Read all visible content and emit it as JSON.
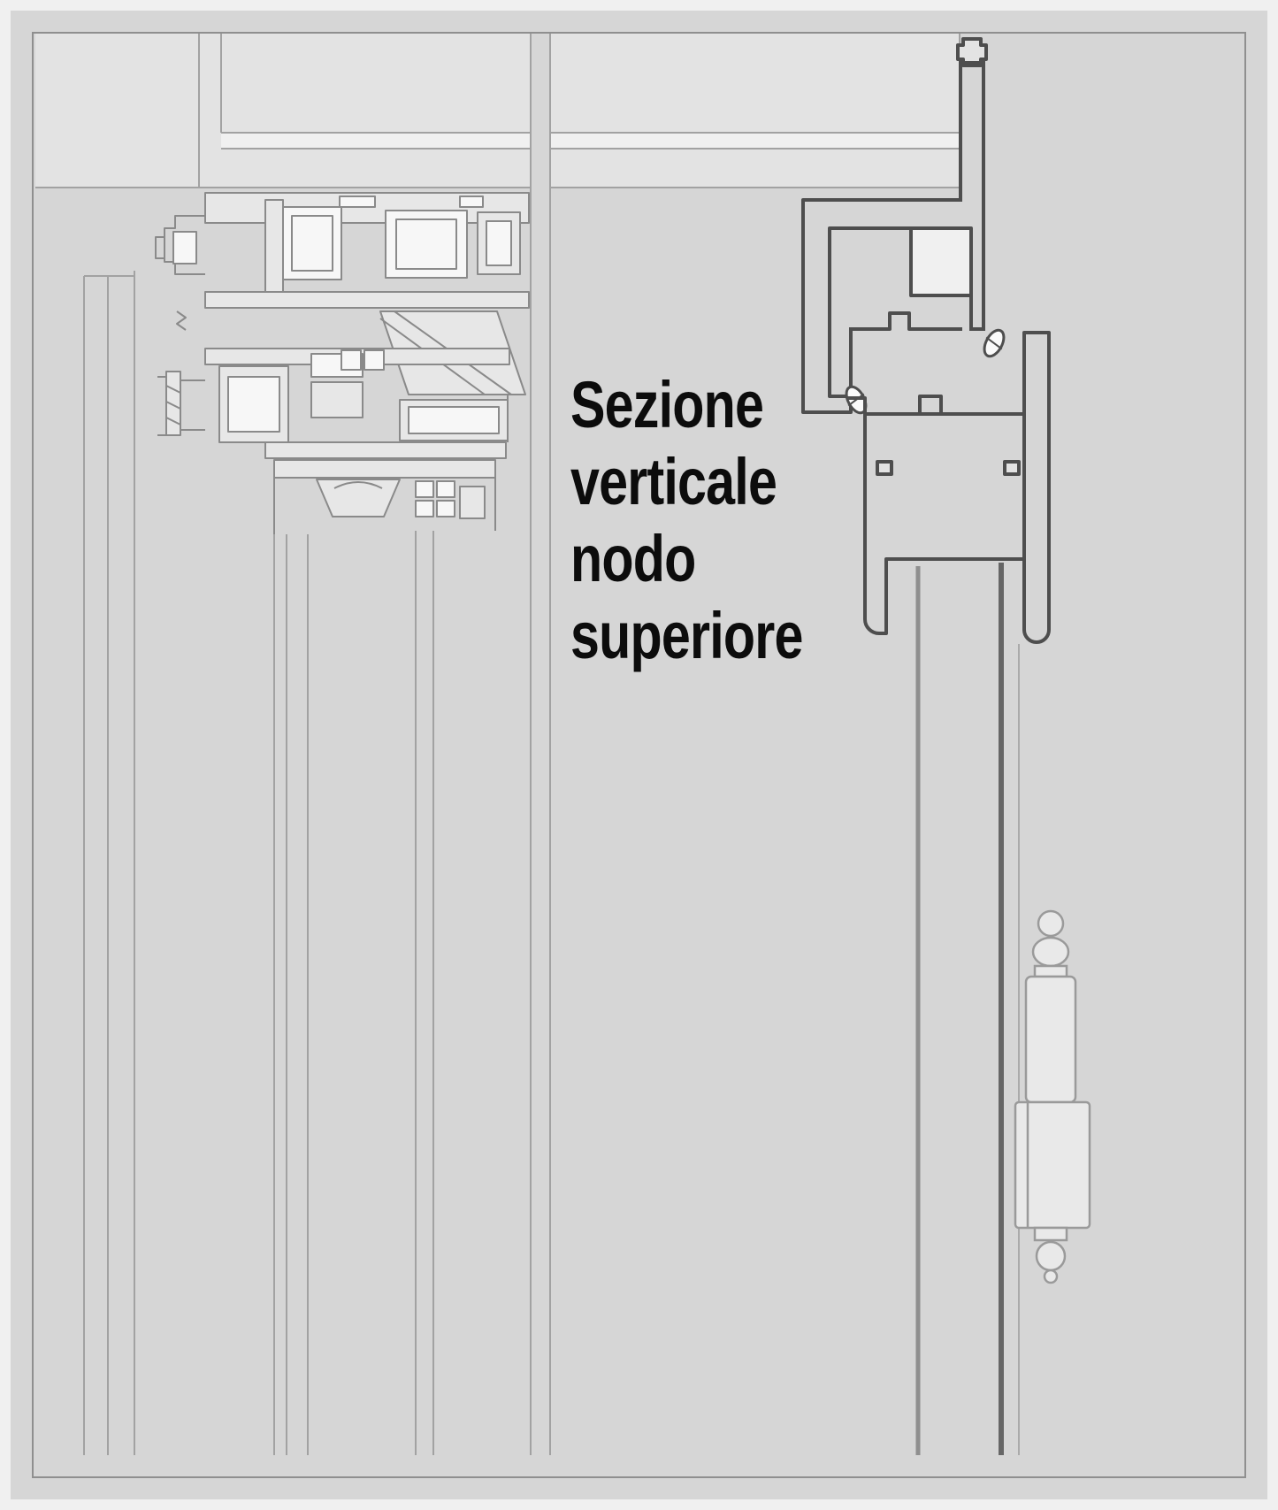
{
  "caption": {
    "text": "Sezione verticale nodo superiore",
    "lines": [
      "Sezione",
      "verticale",
      "nodo",
      "superiore"
    ],
    "color": "#0c0c0c"
  },
  "drawing": {
    "subject": "window-upper-node-vertical-section",
    "background": "#d6d6d6",
    "margin_color": "#f0f0f0",
    "border_color": "#8f8f8f",
    "panel_fill": "#e3e3e3",
    "panel_band_fill": "#f0f0f0",
    "stroke_profile_left": "#8a8a8a",
    "stroke_elevation": "#a2a2a2",
    "stroke_profile_right": "#4e4e4e",
    "glass_line_dark": "#666666",
    "glass_line_light": "#8f8f8f",
    "handle_stroke": "#9a9a9a",
    "handle_fill": "#e9e9e9"
  }
}
